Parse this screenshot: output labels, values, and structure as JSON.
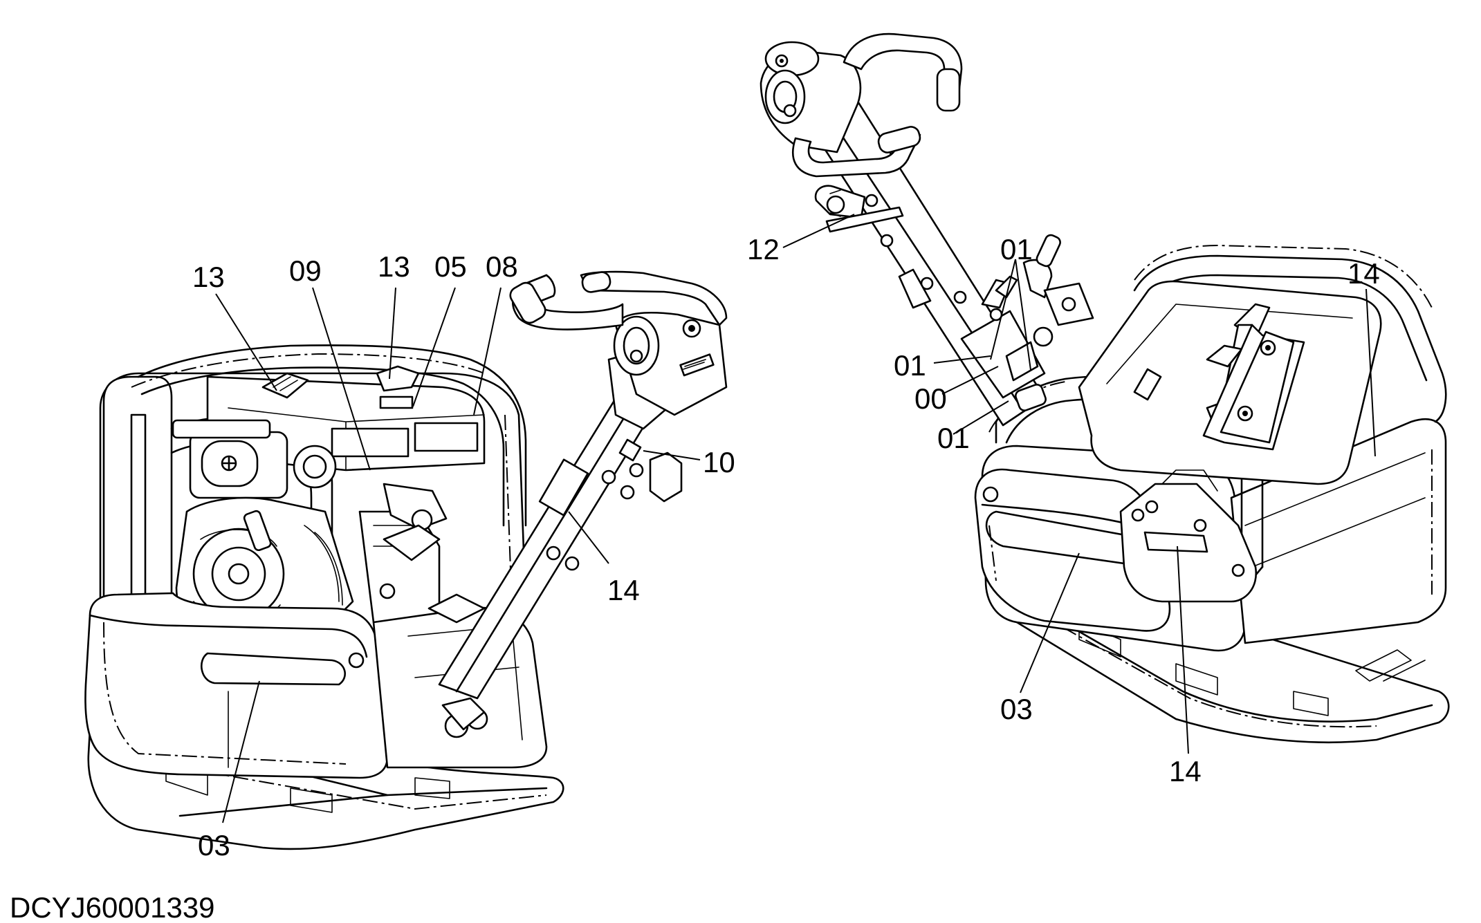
{
  "callouts_left": {
    "c13a": "13",
    "c09": "09",
    "c13b": "13",
    "c05": "05",
    "c08": "08",
    "c10": "10",
    "c14": "14",
    "c03": "03"
  },
  "callouts_right": {
    "c12": "12",
    "c01a": "01",
    "c01b": "01",
    "c00": "00",
    "c01c": "01",
    "c14a": "14",
    "c03": "03",
    "c14b": "14"
  },
  "document_id": "DCYJ60001339"
}
